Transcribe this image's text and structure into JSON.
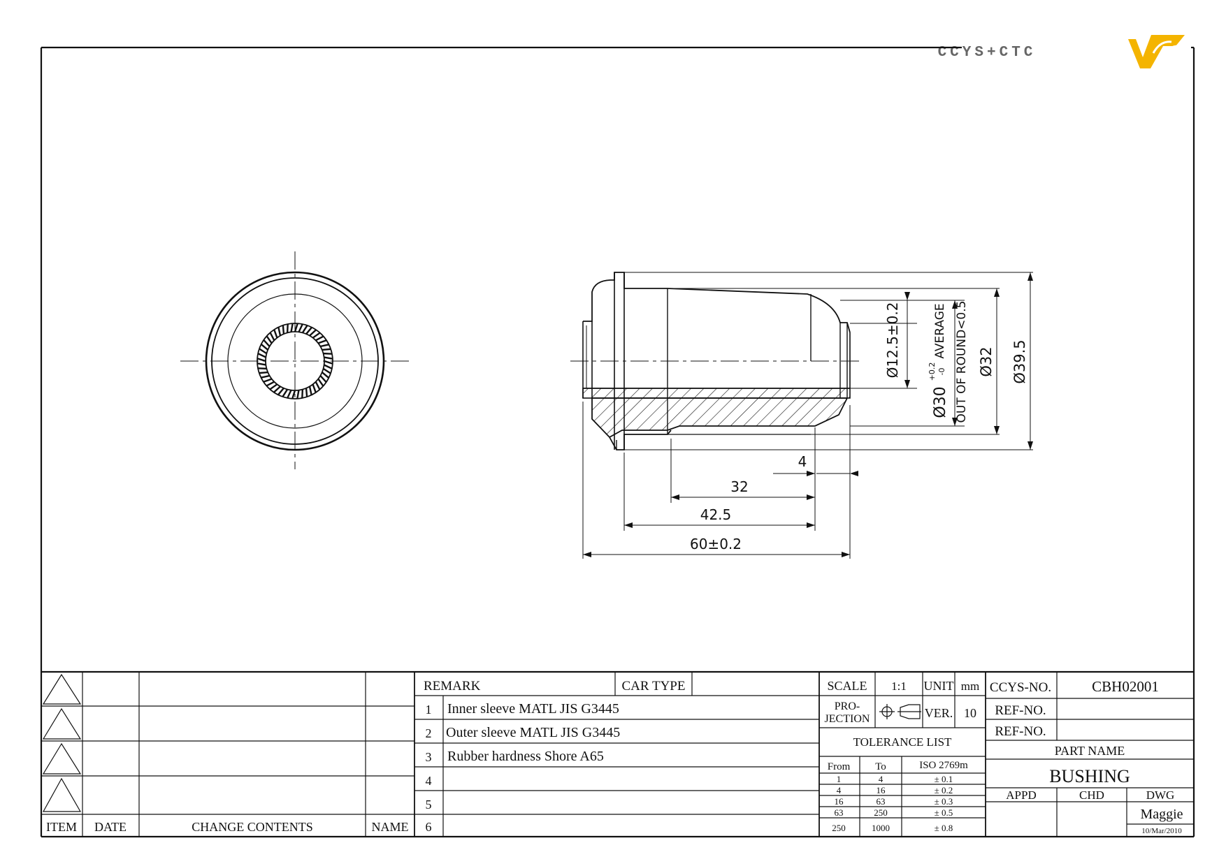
{
  "logo": {
    "text": "CCYS+CTC",
    "accent": "#f4b400",
    "color": "#666666"
  },
  "drawing": {
    "dimensions": {
      "inner_dia": "Ø12.5±0.2",
      "avg_dia": "Ø30",
      "avg_tol_upper": "+0.2",
      "avg_tol_lower": "-0",
      "avg_label": "AVERAGE",
      "out_of_round": "OUT OF ROUND<0.5",
      "dia_32": "Ø32",
      "dia_395": "Ø39.5",
      "len_4": "4",
      "len_32": "32",
      "len_425": "42.5",
      "len_60": "60±0.2"
    }
  },
  "revision": {
    "headers": {
      "item": "ITEM",
      "date": "DATE",
      "change": "CHANGE CONTENTS",
      "name": "NAME"
    }
  },
  "remark": {
    "title": "REMARK",
    "car_type_label": "CAR TYPE",
    "car_type_value": "",
    "items": [
      {
        "no": "1",
        "text": "Inner sleeve MATL JIS G3445"
      },
      {
        "no": "2",
        "text": "Outer sleeve MATL JIS G3445"
      },
      {
        "no": "3",
        "text": "Rubber hardness Shore A65"
      },
      {
        "no": "4",
        "text": ""
      },
      {
        "no": "5",
        "text": ""
      },
      {
        "no": "6",
        "text": ""
      }
    ]
  },
  "meta": {
    "scale_label": "SCALE",
    "scale_value": "1:1",
    "unit_label": "UNIT",
    "unit_value": "mm",
    "projection_label_1": "PRO-",
    "projection_label_2": "JECTION",
    "ver_label": "VER.",
    "ver_value": "10"
  },
  "tolerance": {
    "title": "TOLERANCE LIST",
    "headers": {
      "from": "From",
      "to": "To",
      "iso": "ISO 2769m"
    },
    "rows": [
      {
        "from": "1",
        "to": "4",
        "tol": "± 0.1"
      },
      {
        "from": "4",
        "to": "16",
        "tol": "± 0.2"
      },
      {
        "from": "16",
        "to": "63",
        "tol": "± 0.3"
      },
      {
        "from": "63",
        "to": "250",
        "tol": "± 0.5"
      },
      {
        "from": "250",
        "to": "1000",
        "tol": "± 0.8"
      }
    ]
  },
  "title_block": {
    "ccys_label": "CCYS-NO.",
    "ccys_value": "CBH02001",
    "ref_label_1": "REF-NO.",
    "ref_value_1": "",
    "ref_label_2": "REF-NO.",
    "ref_value_2": "",
    "part_name_label": "PART NAME",
    "part_name_value": "BUSHING",
    "appd_label": "APPD",
    "chd_label": "CHD",
    "dwg_label": "DWG",
    "dwg_name": "Maggie",
    "dwg_date": "10/Mar/2010"
  }
}
